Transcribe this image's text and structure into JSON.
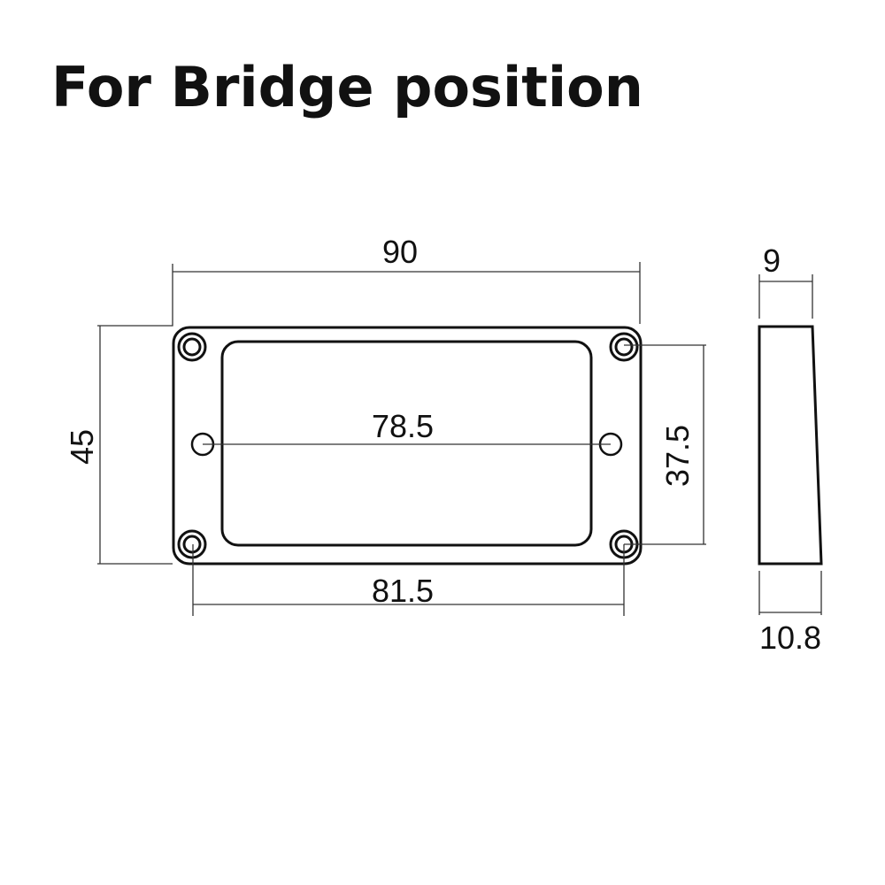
{
  "title": "For Bridge position",
  "dimensions": {
    "overall_width": "90",
    "overall_height": "45",
    "mount_hole_spacing": "78.5",
    "inner_height": "37.5",
    "screw_spacing": "81.5",
    "top_thickness": "9",
    "bottom_thickness": "10.8"
  }
}
